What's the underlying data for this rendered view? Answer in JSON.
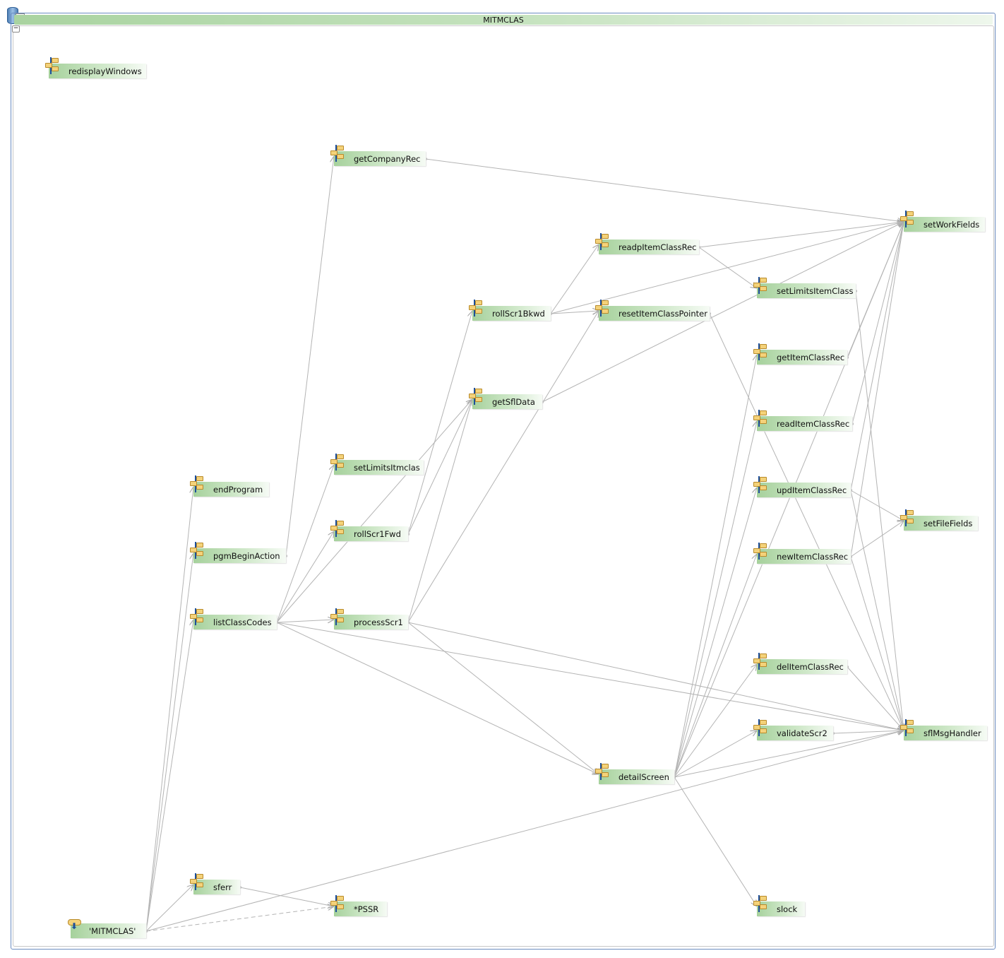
{
  "diagram": {
    "title": "MITMCLAS",
    "nodes": [
      {
        "id": "redisplayWindows",
        "label": "redisplayWindows",
        "kind": "procedure"
      },
      {
        "id": "getCompanyRec",
        "label": "getCompanyRec",
        "kind": "procedure"
      },
      {
        "id": "setWorkFields",
        "label": "setWorkFields",
        "kind": "procedure"
      },
      {
        "id": "readpItemClassRec",
        "label": "readpItemClassRec",
        "kind": "procedure"
      },
      {
        "id": "setLimitsItemClass",
        "label": "setLimitsItemClass",
        "kind": "procedure"
      },
      {
        "id": "rollScr1Bkwd",
        "label": "rollScr1Bkwd",
        "kind": "procedure"
      },
      {
        "id": "resetItemClassPointer",
        "label": "resetItemClassPointer",
        "kind": "procedure"
      },
      {
        "id": "getItemClassRec",
        "label": "getItemClassRec",
        "kind": "procedure"
      },
      {
        "id": "getSflData",
        "label": "getSflData",
        "kind": "procedure"
      },
      {
        "id": "readItemClassRec",
        "label": "readItemClassRec",
        "kind": "procedure"
      },
      {
        "id": "setLimitsItmclas",
        "label": "setLimitsItmclas",
        "kind": "procedure"
      },
      {
        "id": "endProgram",
        "label": "endProgram",
        "kind": "procedure"
      },
      {
        "id": "updItemClassRec",
        "label": "updItemClassRec",
        "kind": "procedure"
      },
      {
        "id": "setFileFields",
        "label": "setFileFields",
        "kind": "procedure"
      },
      {
        "id": "rollScr1Fwd",
        "label": "rollScr1Fwd",
        "kind": "procedure"
      },
      {
        "id": "pgmBeginAction",
        "label": "pgmBeginAction",
        "kind": "procedure"
      },
      {
        "id": "newItemClassRec",
        "label": "newItemClassRec",
        "kind": "procedure"
      },
      {
        "id": "listClassCodes",
        "label": "listClassCodes",
        "kind": "procedure"
      },
      {
        "id": "processScr1",
        "label": "processScr1",
        "kind": "procedure"
      },
      {
        "id": "delItemClassRec",
        "label": "delItemClassRec",
        "kind": "procedure"
      },
      {
        "id": "validateScr2",
        "label": "validateScr2",
        "kind": "procedure"
      },
      {
        "id": "sflMsgHandler",
        "label": "sflMsgHandler",
        "kind": "procedure"
      },
      {
        "id": "detailScreen",
        "label": "detailScreen",
        "kind": "procedure"
      },
      {
        "id": "slock",
        "label": "slock",
        "kind": "procedure"
      },
      {
        "id": "sferr",
        "label": "sferr",
        "kind": "procedure"
      },
      {
        "id": "PSSR",
        "label": "*PSSR",
        "kind": "procedure"
      },
      {
        "id": "MITMCLAS",
        "label": "'MITMCLAS'",
        "kind": "entry"
      }
    ],
    "edges": [
      {
        "from": "MITMCLAS",
        "to": "endProgram"
      },
      {
        "from": "MITMCLAS",
        "to": "pgmBeginAction"
      },
      {
        "from": "MITMCLAS",
        "to": "listClassCodes"
      },
      {
        "from": "MITMCLAS",
        "to": "sferr"
      },
      {
        "from": "MITMCLAS",
        "to": "PSSR",
        "style": "dashed"
      },
      {
        "from": "MITMCLAS",
        "to": "sflMsgHandler"
      },
      {
        "from": "pgmBeginAction",
        "to": "getCompanyRec"
      },
      {
        "from": "getCompanyRec",
        "to": "setWorkFields"
      },
      {
        "from": "listClassCodes",
        "to": "setLimitsItmclas"
      },
      {
        "from": "listClassCodes",
        "to": "rollScr1Fwd"
      },
      {
        "from": "listClassCodes",
        "to": "processScr1"
      },
      {
        "from": "listClassCodes",
        "to": "getSflData"
      },
      {
        "from": "listClassCodes",
        "to": "detailScreen"
      },
      {
        "from": "listClassCodes",
        "to": "sflMsgHandler"
      },
      {
        "from": "rollScr1Fwd",
        "to": "rollScr1Bkwd"
      },
      {
        "from": "rollScr1Fwd",
        "to": "getSflData"
      },
      {
        "from": "processScr1",
        "to": "getSflData"
      },
      {
        "from": "processScr1",
        "to": "detailScreen"
      },
      {
        "from": "processScr1",
        "to": "sflMsgHandler"
      },
      {
        "from": "processScr1",
        "to": "resetItemClassPointer"
      },
      {
        "from": "rollScr1Bkwd",
        "to": "readpItemClassRec"
      },
      {
        "from": "rollScr1Bkwd",
        "to": "resetItemClassPointer"
      },
      {
        "from": "rollScr1Bkwd",
        "to": "setWorkFields"
      },
      {
        "from": "getSflData",
        "to": "setWorkFields"
      },
      {
        "from": "readpItemClassRec",
        "to": "setWorkFields"
      },
      {
        "from": "readpItemClassRec",
        "to": "setLimitsItemClass"
      },
      {
        "from": "setLimitsItemClass",
        "to": "sflMsgHandler"
      },
      {
        "from": "resetItemClassPointer",
        "to": "sflMsgHandler"
      },
      {
        "from": "getItemClassRec",
        "to": "setWorkFields"
      },
      {
        "from": "readItemClassRec",
        "to": "setWorkFields"
      },
      {
        "from": "updItemClassRec",
        "to": "setWorkFields"
      },
      {
        "from": "updItemClassRec",
        "to": "setFileFields"
      },
      {
        "from": "updItemClassRec",
        "to": "sflMsgHandler"
      },
      {
        "from": "newItemClassRec",
        "to": "setWorkFields"
      },
      {
        "from": "newItemClassRec",
        "to": "setFileFields"
      },
      {
        "from": "newItemClassRec",
        "to": "sflMsgHandler"
      },
      {
        "from": "delItemClassRec",
        "to": "sflMsgHandler"
      },
      {
        "from": "validateScr2",
        "to": "sflMsgHandler"
      },
      {
        "from": "detailScreen",
        "to": "getItemClassRec"
      },
      {
        "from": "detailScreen",
        "to": "readItemClassRec"
      },
      {
        "from": "detailScreen",
        "to": "updItemClassRec"
      },
      {
        "from": "detailScreen",
        "to": "newItemClassRec"
      },
      {
        "from": "detailScreen",
        "to": "delItemClassRec"
      },
      {
        "from": "detailScreen",
        "to": "validateScr2"
      },
      {
        "from": "detailScreen",
        "to": "slock"
      },
      {
        "from": "detailScreen",
        "to": "sflMsgHandler"
      },
      {
        "from": "detailScreen",
        "to": "setWorkFields"
      },
      {
        "from": "sferr",
        "to": "PSSR"
      }
    ],
    "colors": {
      "edge": "#b4b4b4",
      "frame": "#6b8cc0",
      "node": "#a6d19c"
    }
  }
}
